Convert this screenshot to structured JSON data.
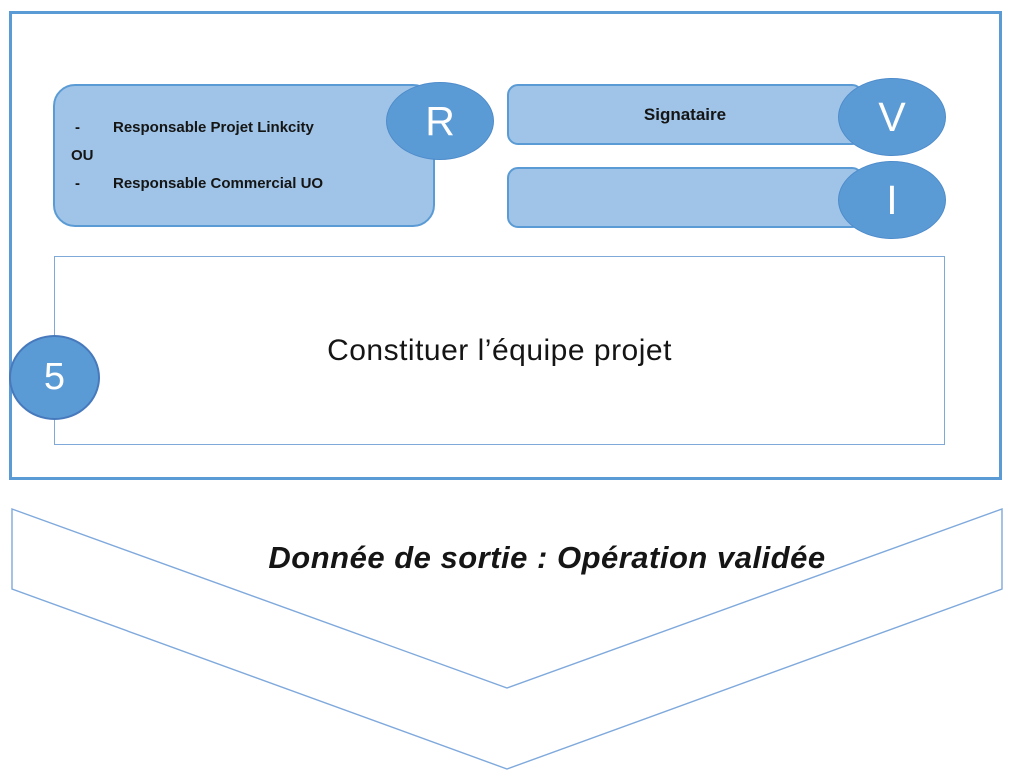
{
  "colors": {
    "accent": "#5B9BD5",
    "light_fill": "#9FC4E7",
    "badge_fill": "#5B9BD5",
    "step_circle_border": "#4779BD",
    "task_box_border": "#7FA9D9",
    "chevron_stroke": "#7FA9DC",
    "text": "#151515"
  },
  "process_block": {
    "roles_box": {
      "lines": [
        {
          "bullet": "-",
          "text": "Responsable Projet Linkcity"
        },
        {
          "bullet": "",
          "text": "OU"
        },
        {
          "bullet": "-",
          "text": "Responsable Commercial UO"
        }
      ],
      "raci_badge": "R"
    },
    "signataire_box": {
      "label": "Signataire",
      "raci_badge": "V"
    },
    "second_box": {
      "label": "",
      "raci_badge": "I"
    },
    "task_box": {
      "label": "Constituer l’équipe projet",
      "step_number": "5"
    }
  },
  "output_chevron": {
    "label": "Donnée de sortie : Opération validée"
  }
}
